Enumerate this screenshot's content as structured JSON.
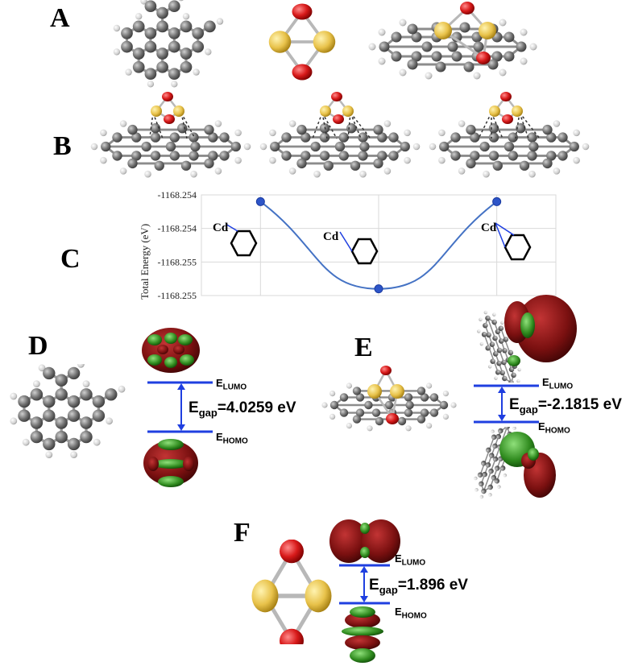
{
  "panels": {
    "A": "A",
    "B": "B",
    "C": "C",
    "D": "D",
    "E": "E",
    "F": "F"
  },
  "chart_c": {
    "y_axis_label": "Total Energy (eV)",
    "y_tick_labels": [
      "-1168.254",
      "-1168.254",
      "-1168.255",
      "-1168.255"
    ],
    "cd_labels": [
      "Cd",
      "Cd",
      "Cd"
    ]
  },
  "chart_data": {
    "type": "line",
    "title": "",
    "xlabel": "",
    "ylabel": "Total Energy (eV)",
    "x": [
      1,
      2,
      3
    ],
    "series": [
      {
        "values": [
          -1168.2538,
          -1168.2551,
          -1168.2538
        ]
      }
    ],
    "ylim": [
      -1168.2552,
      -1168.2537
    ],
    "y_tick_labels": [
      "-1168.254",
      "-1168.254",
      "-1168.255",
      "-1168.255"
    ],
    "grid": true,
    "line_color": "#4472c4",
    "marker_color": "#2d55c8"
  },
  "panel_d": {
    "e_label": "E",
    "lumo_sub": "LUMO",
    "homo_sub": "HOMO",
    "gap_prefix": "E",
    "gap_sub": "gap",
    "gap_value": "=4.0259 eV"
  },
  "panel_e": {
    "e_label": "E",
    "lumo_sub": "LUMO",
    "homo_sub": "HOMO",
    "gap_prefix": "E",
    "gap_sub": "gap",
    "gap_value": "=-2.1815 eV"
  },
  "panel_f": {
    "e_label": "E",
    "lumo_sub": "LUMO",
    "homo_sub": "HOMO",
    "gap_prefix": "E",
    "gap_sub": "gap",
    "gap_value": "=1.896 eV"
  },
  "colors": {
    "carbon": "#6e6e6e",
    "hydrogen": "#d9d9d9",
    "sulfur": "#e8c24a",
    "oxygen": "#d81a1a",
    "level_line": "#1f3fe0",
    "orbital_red": "#7a1010",
    "orbital_green": "#2f8a1e"
  },
  "icons": {
    "molecule": "ball-and-stick-molecule",
    "orbital": "orbital-isosurface",
    "hexagon": "cyclohexane-ring"
  }
}
